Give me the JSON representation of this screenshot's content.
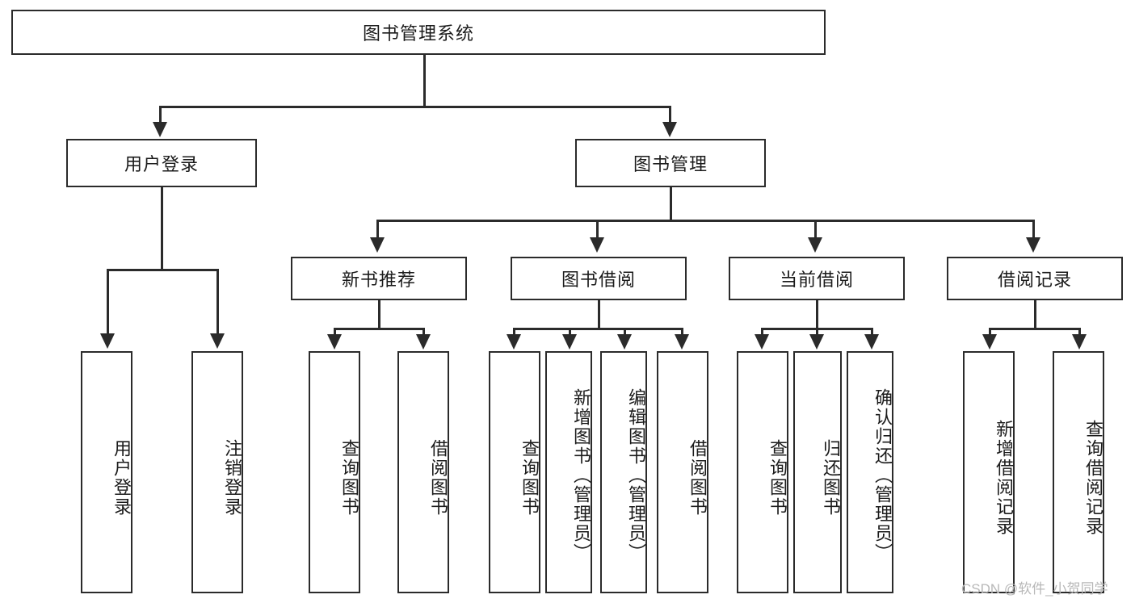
{
  "diagram": {
    "type": "tree-hierarchy",
    "title": "图书管理系统",
    "root": {
      "label": "图书管理系统"
    },
    "level2": [
      {
        "id": "user-login",
        "label": "用户登录"
      },
      {
        "id": "book-manage",
        "label": "图书管理"
      }
    ],
    "level3": [
      {
        "id": "new-book-rec",
        "label": "新书推荐",
        "parent": "book-manage"
      },
      {
        "id": "book-borrow",
        "label": "图书借阅",
        "parent": "book-manage"
      },
      {
        "id": "current-borrow",
        "label": "当前借阅",
        "parent": "book-manage"
      },
      {
        "id": "borrow-record",
        "label": "借阅记录",
        "parent": "book-manage"
      }
    ],
    "leaves": [
      {
        "id": "leaf-user-login",
        "label": "用户登录",
        "parent": "user-login"
      },
      {
        "id": "leaf-logout",
        "label": "注销登录",
        "parent": "user-login"
      },
      {
        "id": "leaf-query-book-1",
        "label": "查询图书",
        "parent": "new-book-rec"
      },
      {
        "id": "leaf-borrow-book-1",
        "label": "借阅图书",
        "parent": "new-book-rec"
      },
      {
        "id": "leaf-query-book-2",
        "label": "查询图书",
        "parent": "book-borrow"
      },
      {
        "id": "leaf-add-book",
        "label": "新增图书（管理员）",
        "parent": "book-borrow"
      },
      {
        "id": "leaf-edit-book",
        "label": "编辑图书（管理员）",
        "parent": "book-borrow"
      },
      {
        "id": "leaf-borrow-book-2",
        "label": "借阅图书",
        "parent": "book-borrow"
      },
      {
        "id": "leaf-query-book-3",
        "label": "查询图书",
        "parent": "current-borrow"
      },
      {
        "id": "leaf-return-book",
        "label": "归还图书",
        "parent": "current-borrow"
      },
      {
        "id": "leaf-confirm-return",
        "label": "确认归还（管理员）",
        "parent": "current-borrow"
      },
      {
        "id": "leaf-add-record",
        "label": "新增借阅记录",
        "parent": "borrow-record"
      },
      {
        "id": "leaf-query-record",
        "label": "查询借阅记录",
        "parent": "borrow-record"
      }
    ],
    "watermark": "CSDN @软件_小贺同学",
    "colors": {
      "line": "#2b2b2b",
      "box_background": "#ffffff",
      "text": "#1b1b1b",
      "watermark": "#b8b8b8",
      "canvas": "#ffffff"
    }
  }
}
